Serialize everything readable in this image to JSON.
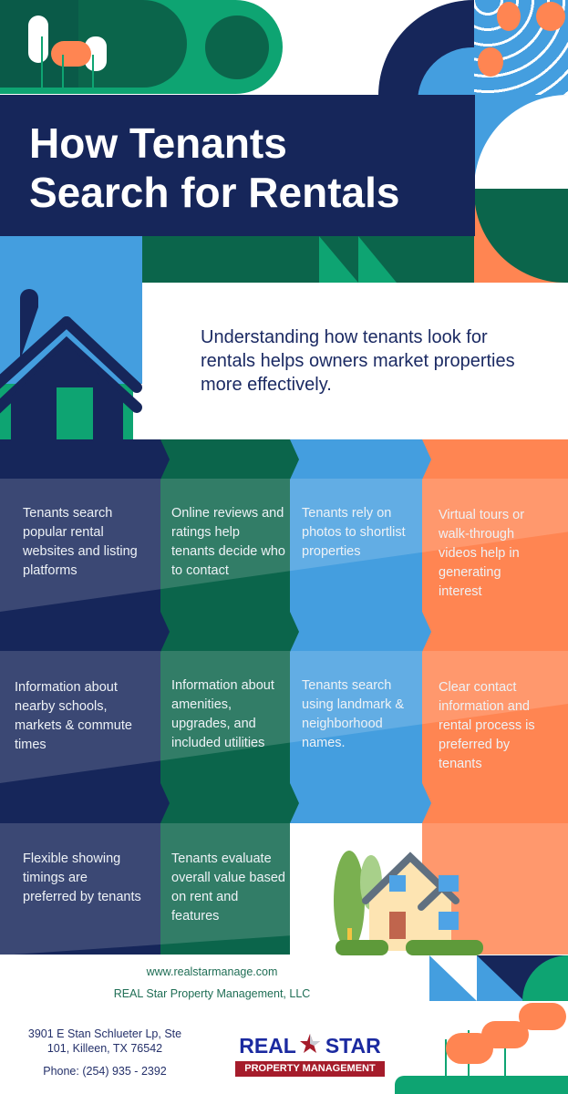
{
  "title": "How Tenants Search for Rentals",
  "title_line1": "How Tenants",
  "title_line2": "Search for Rentals",
  "subtitle": "Understanding how tenants look for rentals helps owners market properties more effectively.",
  "colors": {
    "navy": "#16265a",
    "dark_green": "#0b654b",
    "green": "#0ea472",
    "blue": "#449edf",
    "orange": "#ff8552"
  },
  "tips": [
    [
      "Tenants search popular rental websites and listing platforms",
      "Online reviews and ratings help tenants decide who to contact",
      "Tenants rely on photos to shortlist properties",
      "Virtual tours or walk-through videos help in generating interest"
    ],
    [
      "Information about nearby schools, markets & commute times",
      "Information about amenities, upgrades, and included utilities",
      "Tenants search using landmark & neighborhood names.",
      "Clear contact information and rental process is preferred by tenants"
    ],
    [
      "Flexible showing timings are preferred by tenants",
      "Tenants evaluate overall value based on rent and features"
    ]
  ],
  "footer": {
    "website": "www.realstarmanage.com",
    "company": "REAL Star Property Management, LLC",
    "address": "3901 E Stan Schlueter Lp, Ste 101, Killeen, TX 76542",
    "phone": "Phone: (254) 935 - 2392",
    "logo_text": "REAL STAR",
    "logo_sub": "PROPERTY MANAGEMENT"
  }
}
